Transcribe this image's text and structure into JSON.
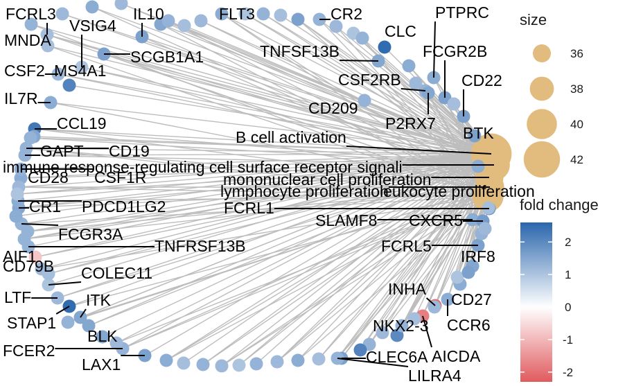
{
  "network": {
    "hub_genes": [
      {
        "label": "FCRL3",
        "fold_change": 1.1
      },
      {
        "label": "MNDA",
        "fold_change": 1.1
      },
      {
        "label": "VSIG4",
        "fold_change": 1.0
      },
      {
        "label": "IL10",
        "fold_change": 1.6
      },
      {
        "label": "FLT3",
        "fold_change": 1.0
      },
      {
        "label": "CR2",
        "fold_change": 1.3
      },
      {
        "label": "PTPRC",
        "fold_change": 1.4
      },
      {
        "label": "CLC",
        "fold_change": 2.5
      },
      {
        "label": "TNFSF13B",
        "fold_change": 1.5
      },
      {
        "label": "FCGR2B",
        "fold_change": 1.6
      },
      {
        "label": "CSF2",
        "fold_change": 1.2
      },
      {
        "label": "MS4A1",
        "fold_change": 2.1
      },
      {
        "label": "SCGB1A1",
        "fold_change": 1.6
      },
      {
        "label": "CSF2RB",
        "fold_change": 1.3
      },
      {
        "label": "CD22",
        "fold_change": 1.6
      },
      {
        "label": "IL7R",
        "fold_change": 1.4
      },
      {
        "label": "CD209",
        "fold_change": 1.3
      },
      {
        "label": "P2RX7",
        "fold_change": 1.5
      },
      {
        "label": "CCL19",
        "fold_change": 2.3
      },
      {
        "label": "BTK",
        "fold_change": 1.6
      },
      {
        "label": "GAPT",
        "fold_change": 1.3
      },
      {
        "label": "CD19",
        "fold_change": 1.3
      },
      {
        "label": "CD28",
        "fold_change": 1.4
      },
      {
        "label": "CSF1R",
        "fold_change": 1.3
      },
      {
        "label": "CR1",
        "fold_change": 1.5
      },
      {
        "label": "PDCD1LG2",
        "fold_change": 1.4
      },
      {
        "label": "FCRL1",
        "fold_change": 1.8
      },
      {
        "label": "SLAMF8",
        "fold_change": 1.4
      },
      {
        "label": "CXCR5",
        "fold_change": 1.7
      },
      {
        "label": "FCGR3A",
        "fold_change": 1.3
      },
      {
        "label": "AIF1",
        "fold_change": 1.3
      },
      {
        "label": "TNFRSF13B",
        "fold_change": 1.3
      },
      {
        "label": "FCRL5",
        "fold_change": 1.6
      },
      {
        "label": "IRF8",
        "fold_change": 1.5
      },
      {
        "label": "CD79B",
        "fold_change": -0.8
      },
      {
        "label": "COLEC11",
        "fold_change": 1.0
      },
      {
        "label": "CD27",
        "fold_change": 1.4
      },
      {
        "label": "INHA",
        "fold_change": -2.0
      },
      {
        "label": "LTF",
        "fold_change": 1.2
      },
      {
        "label": "ITK",
        "fold_change": 1.5
      },
      {
        "label": "CCR6",
        "fold_change": 1.4
      },
      {
        "label": "STAP1",
        "fold_change": 2.5
      },
      {
        "label": "NKX2-3",
        "fold_change": 2.0
      },
      {
        "label": "BLK",
        "fold_change": 1.5
      },
      {
        "label": "AICDA",
        "fold_change": -1.8
      },
      {
        "label": "FCER2",
        "fold_change": 1.3
      },
      {
        "label": "CLEC6A",
        "fold_change": 1.6
      },
      {
        "label": "LAX1",
        "fold_change": 1.6
      },
      {
        "label": "LILRA4",
        "fold_change": 1.3
      }
    ],
    "unlabeled_gene_fold_changes": [
      1.3,
      1.2,
      1.4,
      1.2,
      1.5,
      1.3,
      1.1,
      1.2,
      1.4,
      1.3,
      1.1,
      1.6,
      1.2,
      1.0,
      1.3,
      1.4,
      1.2,
      1.1,
      1.5,
      1.3,
      1.2,
      1.0,
      1.4,
      1.3,
      1.2,
      1.1,
      1.3,
      1.5,
      1.2,
      1.4,
      1.1,
      1.3,
      1.2,
      1.0,
      1.3,
      1.2,
      1.4,
      1.1,
      1.3,
      2.1,
      1.2,
      1.3,
      1.1,
      1.2,
      1.0,
      1.6,
      1.3,
      1.2,
      1.1,
      1.4
    ],
    "terms": [
      {
        "label": "B cell activation",
        "size": 43
      },
      {
        "label": "immune response-regulating cell surface receptor signali",
        "size": 40
      },
      {
        "label": "mononuclear cell proliferation",
        "size": 39
      },
      {
        "label": "lymphocyte proliferation",
        "size": 39
      },
      {
        "label": "leukocyte proliferation",
        "size": 40
      }
    ]
  },
  "legend": {
    "size_title": "size",
    "size_values": [
      36,
      38,
      40,
      42
    ],
    "color_title": "fold change",
    "color_ticks": [
      2,
      1,
      0,
      -1,
      -2
    ],
    "color_range": [
      -2.3,
      2.6
    ],
    "colors": {
      "high": "#2a66ad",
      "mid": "#ffffff",
      "low": "#e05a5e",
      "term": "#e2bb7e",
      "edge": "#bdbdbd"
    }
  }
}
